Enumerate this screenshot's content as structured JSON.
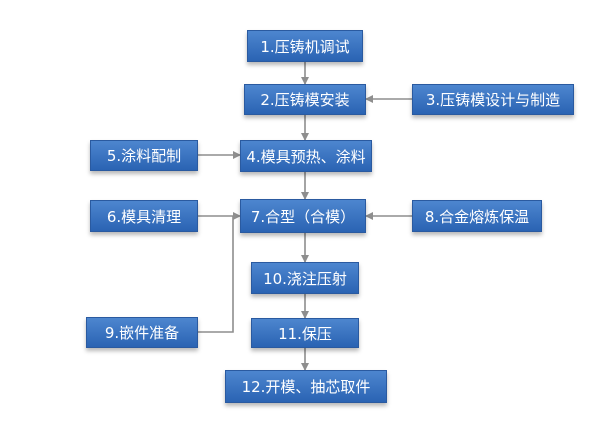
{
  "colors": {
    "box_fill": "#3a76c4",
    "box_border": "#2a5aa0",
    "arrow": "#8e8e8e"
  },
  "steps": {
    "s1": "1.压铸机调试",
    "s2": "2.压铸模安装",
    "s3": "3.压铸模设计与制造",
    "s4": "4.模具预热、涂料",
    "s5": "5.涂料配制",
    "s6": "6.模具清理",
    "s7": "7.合型（合模）",
    "s8": "8.合金熔炼保温",
    "s9": "9.嵌件准备",
    "s10": "10.浇注压射",
    "s11": "11.保压",
    "s12": "12.开模、抽芯取件"
  }
}
